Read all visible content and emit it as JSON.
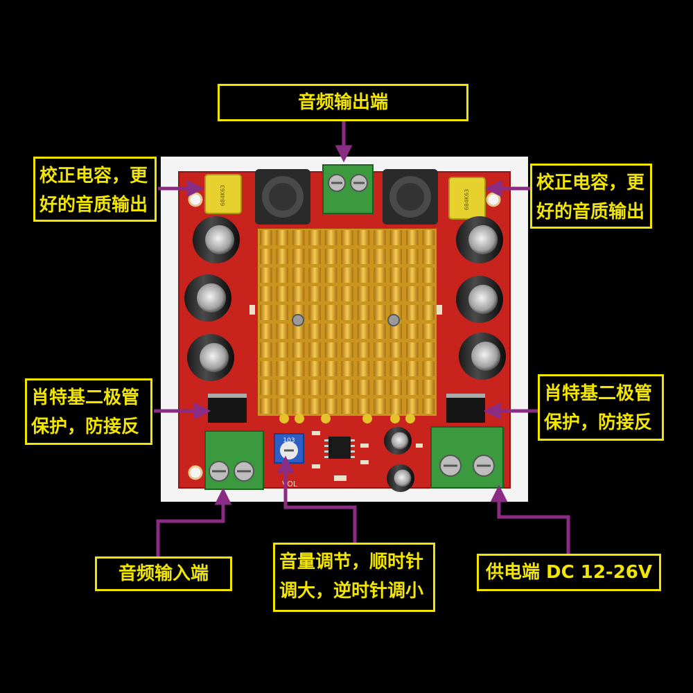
{
  "labels": {
    "audio_output": "音频输出端",
    "cap_left": "校正电容，更好的音质输出",
    "cap_right": "校正电容，更好的音质输出",
    "diode_left": "肖特基二极管保护，防接反",
    "diode_right": "肖特基二极管保护，防接反",
    "audio_input": "音频输入端",
    "volume": "音量调节，顺时针调大，逆时针调小",
    "power": "供电端 DC 12-26V"
  },
  "board_marks": {
    "pot_code": "103",
    "vol_text": "VOL",
    "cap_code": "684K63"
  },
  "colors": {
    "label": "#f2e600",
    "arrow": "#8a2c84",
    "pcb": "#c8231d",
    "heatsink": "#e0a82a",
    "terminal": "#3c9a3e"
  }
}
